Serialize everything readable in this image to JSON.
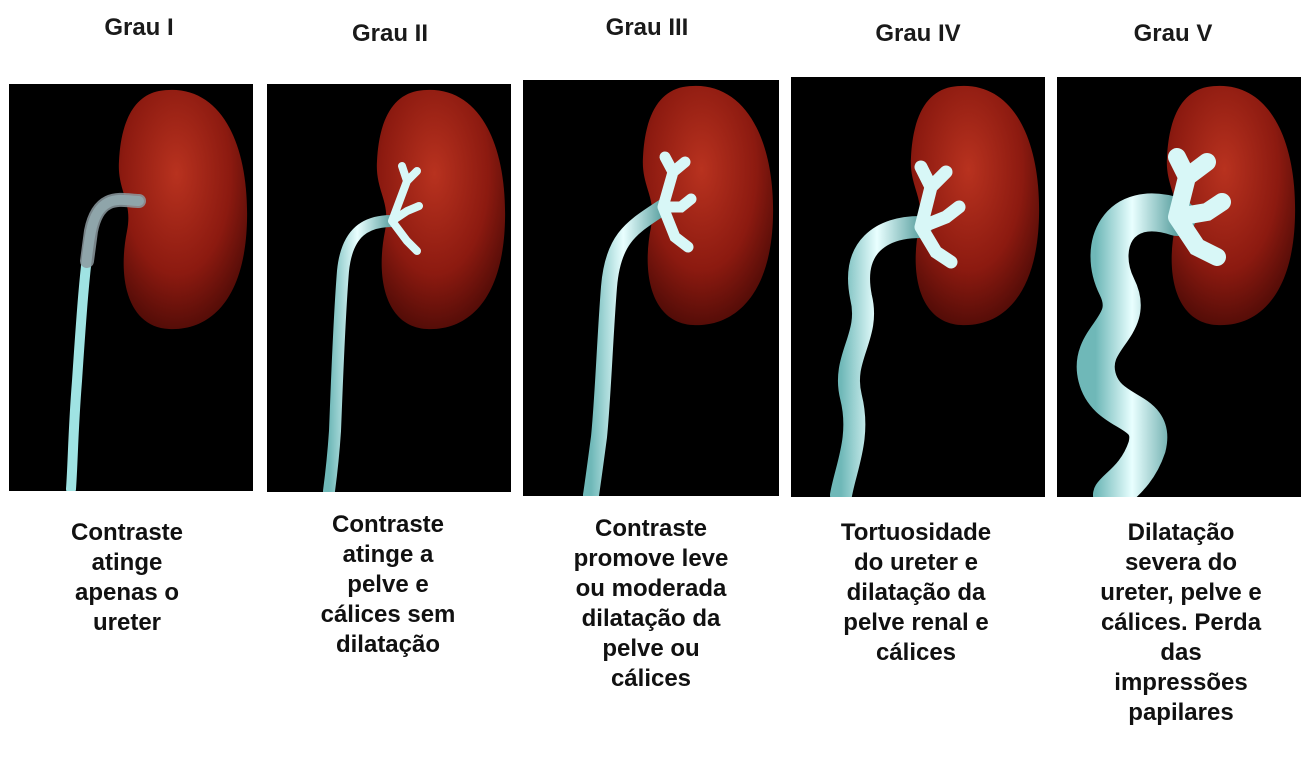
{
  "grades": [
    {
      "title": "Grau I",
      "caption": [
        "Contraste",
        "atinge",
        "apenas o",
        "ureter"
      ]
    },
    {
      "title": "Grau II",
      "caption": [
        "Contraste",
        "atinge a",
        "pelve e",
        "cálices sem",
        "dilatação"
      ]
    },
    {
      "title": "Grau III",
      "caption": [
        "Contraste",
        "promove leve",
        "ou moderada",
        "dilatação da",
        "pelve ou",
        "cálices"
      ]
    },
    {
      "title": "Grau IV",
      "caption": [
        "Tortuosidade",
        "do ureter e",
        "dilatação da",
        "pelve renal e",
        "cálices"
      ]
    },
    {
      "title": "Grau V",
      "caption": [
        "Dilatação",
        "severa do",
        "ureter, pelve e",
        "cálices. Perda",
        "das",
        "impressões",
        "papilares"
      ]
    }
  ],
  "colors": {
    "kidney": "#9a1e12",
    "ureter": "#bff0f0",
    "background": "#000000"
  }
}
